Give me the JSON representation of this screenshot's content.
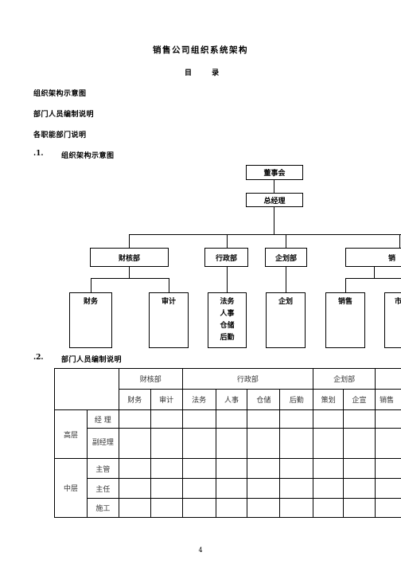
{
  "document": {
    "title": "销售公司组织系统架构",
    "toc_heading": [
      "目",
      "录"
    ],
    "toc_items": [
      "组织架构示意图",
      "部门人员编制说明",
      "各职能部门说明"
    ],
    "page_number": "4"
  },
  "sections": {
    "s1": {
      "number": ".1.",
      "title": "组织架构示意图"
    },
    "s2": {
      "number": ".2.",
      "title": "部门人员编制说明"
    }
  },
  "org_chart": {
    "board": "董事会",
    "gm": "总经理",
    "departments": [
      "财核部",
      "行政部",
      "企划部",
      "销"
    ],
    "leaves": {
      "finance": "财务",
      "audit": "审计",
      "admin": [
        "法务",
        "人事",
        "仓储",
        "后勤"
      ],
      "planning": "企划",
      "sales": "销售",
      "market": "市"
    }
  },
  "staff_table": {
    "dept_headers": [
      "财核部",
      "行政部",
      "企划部"
    ],
    "role_headers": [
      "财务",
      "审计",
      "法务",
      "人事",
      "仓储",
      "后勤",
      "策划",
      "企宣",
      "销售"
    ],
    "groups": [
      {
        "level": "高层",
        "positions": [
          "经 理",
          "副经理"
        ]
      },
      {
        "level": "中层",
        "positions": [
          "主管",
          "主任",
          "施工"
        ]
      }
    ]
  }
}
